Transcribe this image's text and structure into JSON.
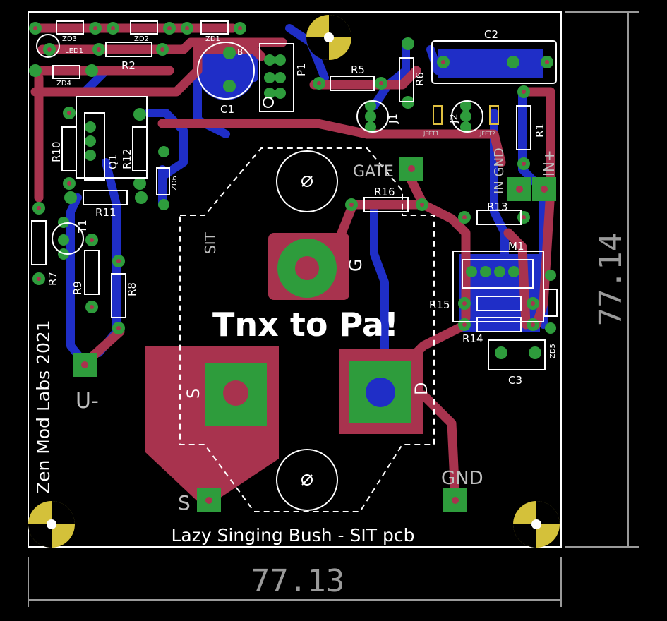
{
  "board": {
    "title": "Lazy Singing Bush - SIT pcb",
    "dedication": "Tnx to Pa!",
    "maker": "Zen Mod Labs 2021"
  },
  "dimensions": {
    "width": "77.13",
    "height": "77.14"
  },
  "pads": {
    "gate": "GATE",
    "gnd": "GND",
    "in_gnd": "IN GND",
    "in_plus": "IN+",
    "u_minus": "U-",
    "s": "S",
    "g": "G",
    "d": "D"
  },
  "refdes": {
    "zd3": "ZD3",
    "zd2": "ZD2",
    "zd1": "ZD1",
    "zd4": "ZD4",
    "zd5": "ZD5",
    "zd6": "ZD6",
    "led1": "LED1",
    "r1": "R1",
    "r2": "R2",
    "r5": "R5",
    "r6": "R6",
    "r7": "R7",
    "r8": "R8",
    "r9": "R9",
    "r10": "R10",
    "r11": "R11",
    "r12": "R12",
    "r13": "R13",
    "r14": "R14",
    "r15": "R15",
    "r16": "R16",
    "c1": "C1",
    "c2": "C2",
    "c3": "C3",
    "p1": "P1",
    "q1": "Q1",
    "t1": "T1",
    "j1": "J1",
    "j2": "J2",
    "m1": "M1",
    "sit": "SIT",
    "b": "B",
    "jfet1": "JFET1",
    "jfet2": "JFET2"
  },
  "colors": {
    "background": "#000000",
    "top_copper": "#a8334e",
    "bottom_copper": "#1f2ec7",
    "pad": "#2e9c3c",
    "silkscreen": "#ffffff",
    "hole_ring": "#d4c13a"
  }
}
